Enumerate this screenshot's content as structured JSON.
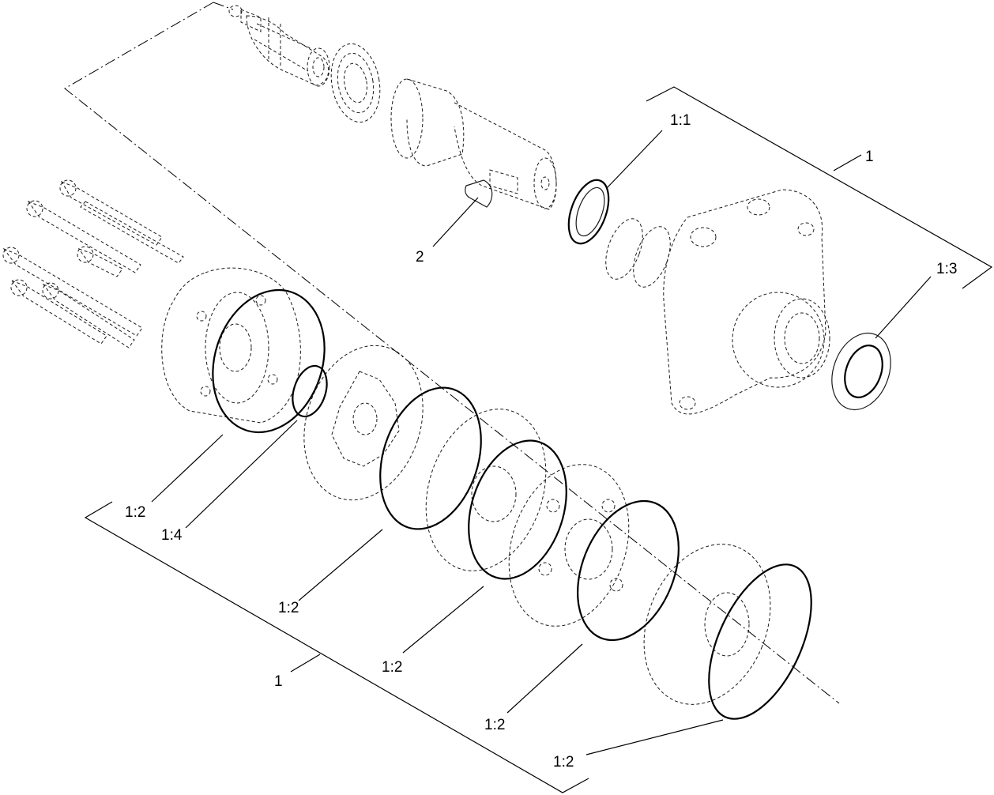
{
  "diagram": {
    "callouts": [
      {
        "id": "c-1-1",
        "text": "1:1"
      },
      {
        "id": "c-1-top",
        "text": "1"
      },
      {
        "id": "c-2",
        "text": "2"
      },
      {
        "id": "c-1-3",
        "text": "1:3"
      },
      {
        "id": "c-1-2-a",
        "text": "1:2"
      },
      {
        "id": "c-1-4",
        "text": "1:4"
      },
      {
        "id": "c-1-2-b",
        "text": "1:2"
      },
      {
        "id": "c-1-bottom",
        "text": "1"
      },
      {
        "id": "c-1-2-c",
        "text": "1:2"
      },
      {
        "id": "c-1-2-d",
        "text": "1:2"
      },
      {
        "id": "c-1-2-e",
        "text": "1:2"
      }
    ]
  }
}
